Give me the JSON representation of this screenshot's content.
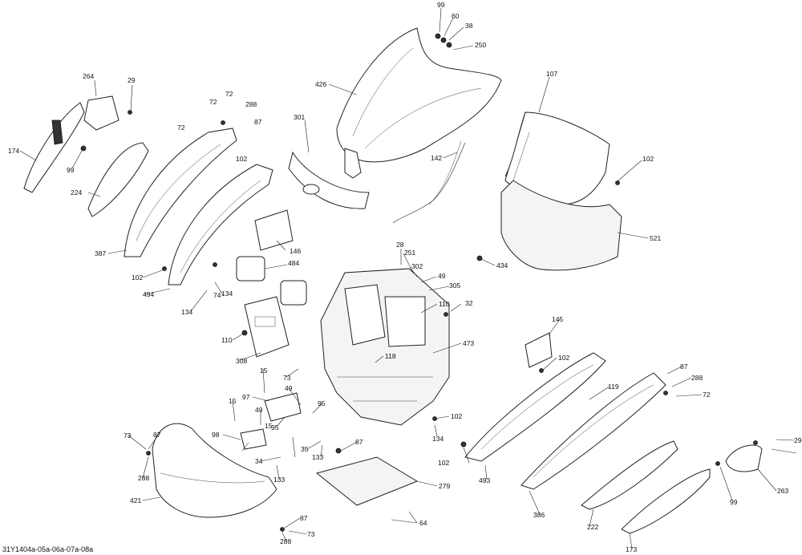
{
  "diagram": {
    "reference_code": "31Y1404a-05a-06a-07a-08a",
    "callouts": [
      "99",
      "60",
      "38",
      "250",
      "426",
      "107",
      "264",
      "29",
      "72",
      "72",
      "288",
      "87",
      "301",
      "142",
      "102",
      "521",
      "174",
      "72",
      "99",
      "102",
      "224",
      "146",
      "28",
      "251",
      "302",
      "49",
      "434",
      "387",
      "484",
      "305",
      "102",
      "110",
      "32",
      "494",
      "74",
      "134",
      "134",
      "110",
      "473",
      "145",
      "308",
      "118",
      "102",
      "87",
      "15",
      "73",
      "119",
      "288",
      "72",
      "97",
      "49",
      "15",
      "95",
      "49",
      "102",
      "15",
      "95",
      "134",
      "98",
      "87",
      "35",
      "73",
      "87",
      "34",
      "133",
      "102",
      "493",
      "29",
      "288",
      "133",
      "279",
      "263",
      "421",
      "99",
      "386",
      "64",
      "222",
      "87",
      "173",
      "73",
      "288"
    ]
  }
}
